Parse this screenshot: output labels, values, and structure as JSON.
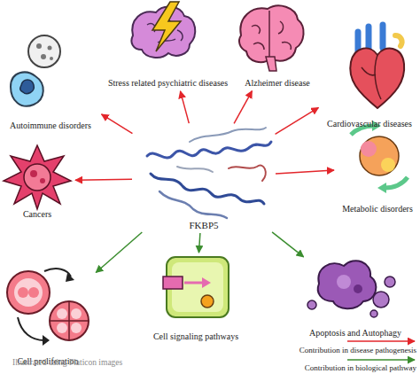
{
  "diagram": {
    "nodes": [
      {
        "text": [
          "Stress related psychiatric diseases"
        ]
      },
      {
        "text": [
          "Alzheimer disease"
        ]
      },
      {
        "text": [
          "Autoimmune disorders"
        ]
      },
      {
        "text": [
          "Cardiovascular diseases"
        ]
      },
      {
        "text": [
          "Cancers"
        ]
      },
      {
        "text": [
          "FKBP5"
        ]
      },
      {
        "text": [
          "Metabolic disorders"
        ]
      },
      {
        "text": [
          "Cell proliferation"
        ]
      },
      {
        "text": [
          "Cell signaling pathways"
        ]
      },
      {
        "text": [
          "Apoptosis and Autophagy"
        ]
      }
    ],
    "edges": [
      {
        "from": 5,
        "to": 0,
        "arrow": "to"
      },
      {
        "from": 5,
        "to": 1,
        "arrow": "to"
      },
      {
        "from": 5,
        "to": 2,
        "arrow": "to"
      },
      {
        "from": 5,
        "to": 3,
        "arrow": "to"
      },
      {
        "from": 5,
        "to": 4,
        "arrow": "to"
      },
      {
        "from": 5,
        "to": 6,
        "arrow": "to"
      },
      {
        "from": 5,
        "to": 7,
        "arrow": "to"
      },
      {
        "from": 5,
        "to": 8,
        "arrow": "to"
      },
      {
        "from": 5,
        "to": 9,
        "arrow": "to"
      }
    ],
    "labels": [
      "Illustrated using Flaticon images"
    ],
    "legend": [
      {
        "text": "Contribution in disease pathogenesis"
      },
      {
        "text": "Contribution in biological pathway"
      }
    ]
  }
}
